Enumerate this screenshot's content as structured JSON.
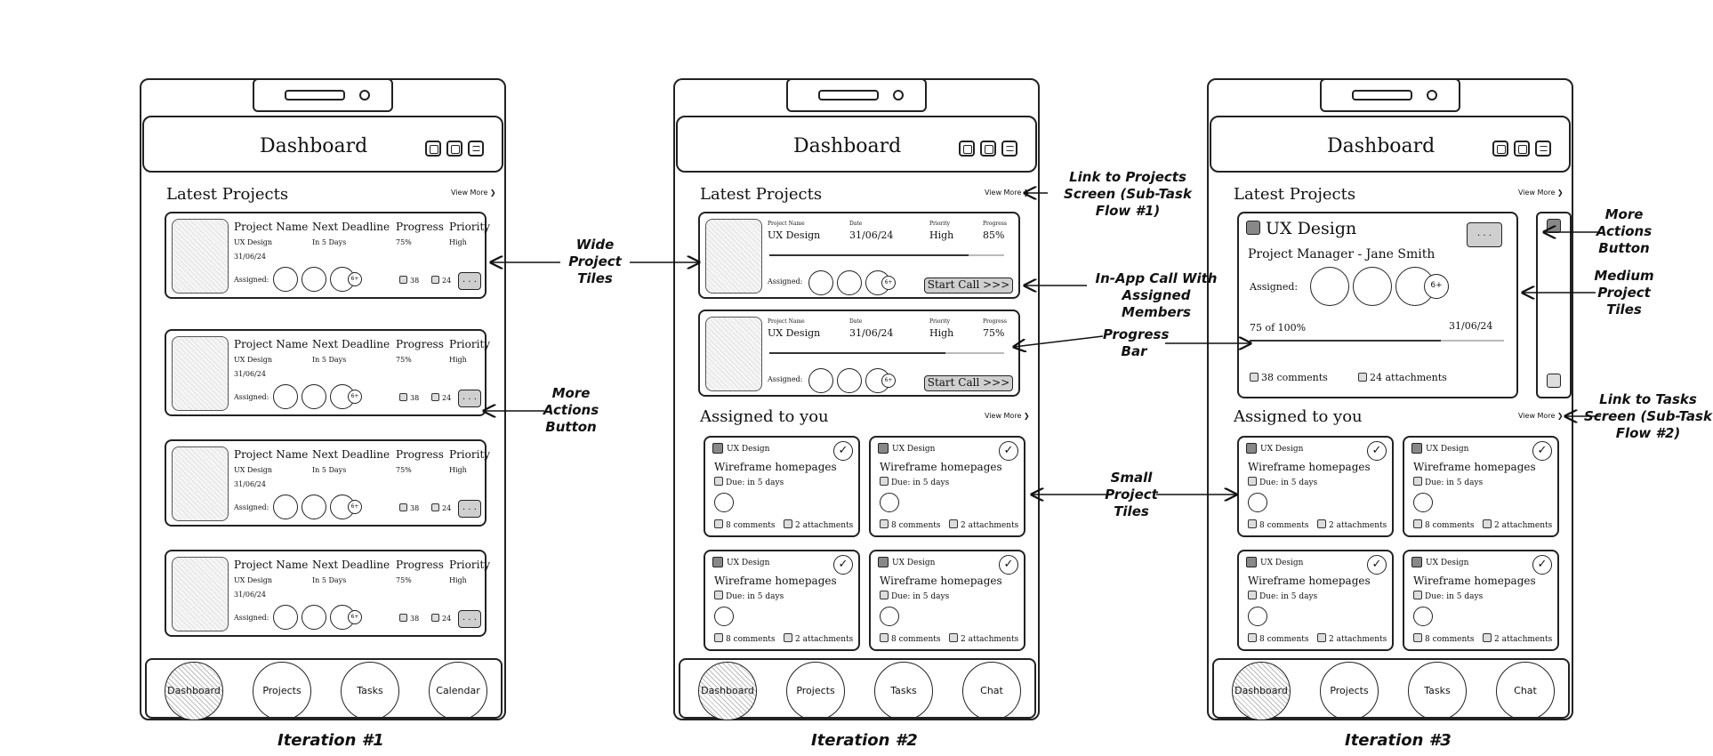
{
  "dashboard_title": "Dashboard",
  "latest_projects": "Latest Projects",
  "assigned_to_you": "Assigned to you",
  "view_more": "View More ❯",
  "more_actions": ". . .",
  "check_mark": "✓",
  "iter1": {
    "label": "Iteration #1",
    "headers": [
      "Project Name",
      "Next Deadline",
      "Progress",
      "Priority"
    ],
    "values": [
      "UX Design",
      "In 5 Days",
      "75%",
      "High"
    ],
    "date": "31/06/24",
    "assigned": "Assigned:",
    "badge": "6+",
    "comments": "38",
    "attachments": "24",
    "nav": [
      "Dashboard",
      "Projects",
      "Tasks",
      "Calendar"
    ]
  },
  "iter2": {
    "label": "Iteration #2",
    "headers": [
      "Project Name",
      "Date",
      "Priority",
      "Progress"
    ],
    "tiles": [
      {
        "name": "UX Design",
        "date": "31/06/24",
        "priority": "High",
        "progress": "85%",
        "progress_value": 0.85
      },
      {
        "name": "UX Design",
        "date": "31/06/24",
        "priority": "High",
        "progress": "75%",
        "progress_value": 0.75
      }
    ],
    "assigned": "Assigned:",
    "badge": "6+",
    "call_button": "Start Call >>>",
    "nav": [
      "Dashboard",
      "Projects",
      "Tasks",
      "Chat"
    ]
  },
  "small_tile": {
    "category": "UX Design",
    "title": "Wireframe homepages",
    "due": "Due: in 5 days",
    "comments": "8 comments",
    "attachments": "2 attachments"
  },
  "iter3": {
    "label": "Iteration #3",
    "tile_title": "UX Design",
    "manager": "Project Manager - Jane Smith",
    "assigned": "Assigned:",
    "badge": "6+",
    "progress_text": "75 of 100%",
    "progress_value": 0.75,
    "date": "31/06/24",
    "comments": "38 comments",
    "attachments": "24 attachments",
    "nav": [
      "Dashboard",
      "Projects",
      "Tasks",
      "Chat"
    ]
  },
  "annotations": {
    "wide_tiles": "Wide Project Tiles",
    "more_actions_1": "More Actions Button",
    "link_projects": "Link to Projects Screen (Sub-Task Flow #1)",
    "in_app_call": "In-App Call With Assigned Members",
    "progress_bar": "Progress Bar",
    "small_tiles": "Small Project Tiles",
    "more_actions_3": "More Actions Button",
    "medium_tiles": "Medium Project Tiles",
    "link_tasks": "Link to Tasks Screen (Sub-Task Flow #2)"
  }
}
